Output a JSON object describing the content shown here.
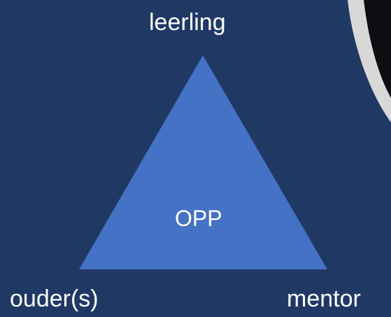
{
  "diagram": {
    "top_vertex_label": "leerling",
    "left_vertex_label": "ouder(s)",
    "right_vertex_label": "mentor",
    "center_label": "OPP"
  },
  "colors": {
    "background": "#203864",
    "triangle_fill": "#4472C4",
    "text": "#ffffff",
    "photo_frame": "#d8d8d8",
    "photo_inner": "#0e0e12"
  }
}
